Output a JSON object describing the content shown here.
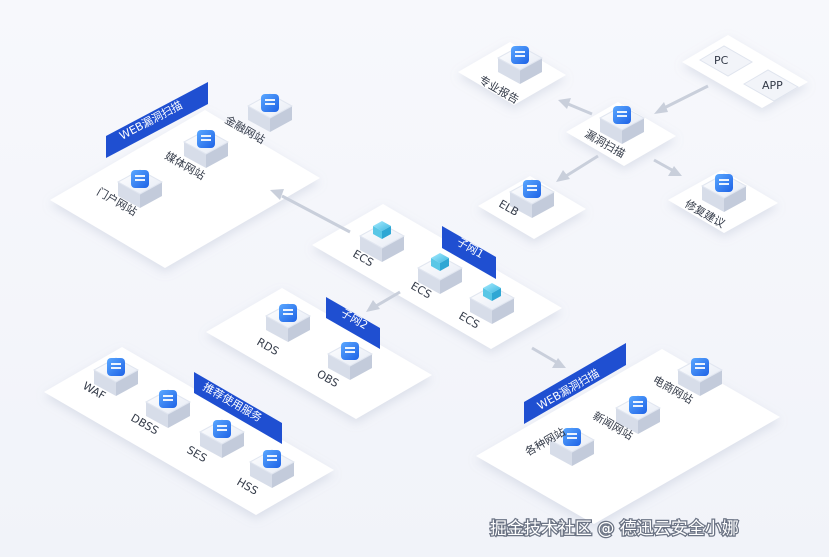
{
  "diagram": {
    "colors": {
      "accent": "#1f4fd1",
      "platform": "#ffffff",
      "arrow": "#c9cfdb",
      "icon": "#2f7ff0",
      "cube": "#4fc6e8"
    },
    "top_right": {
      "pc": "PC",
      "app": "APP"
    },
    "report": "专业报告",
    "scan": "漏洞扫描",
    "fix": "修复建议",
    "elb": "ELB",
    "web_scan_left": {
      "tag": "WEB漏洞扫描",
      "items": [
        "金融网站",
        "媒体网站",
        "门户网站"
      ]
    },
    "subnet1": {
      "tag": "子网1",
      "ecs": [
        "ECS",
        "ECS",
        "ECS"
      ]
    },
    "subnet2": {
      "tag": "子网2",
      "rds": "RDS",
      "obs": "OBS"
    },
    "recommended": {
      "tag": "推荐使用服务",
      "items": [
        "WAF",
        "DBSS",
        "SES",
        "HSS"
      ]
    },
    "web_scan_right": {
      "tag": "WEB漏洞扫描",
      "items": [
        "电商网站",
        "新闻网站",
        "各种网站"
      ]
    },
    "watermark": "掘金技术社区 @ 德迅云安全小娜"
  }
}
